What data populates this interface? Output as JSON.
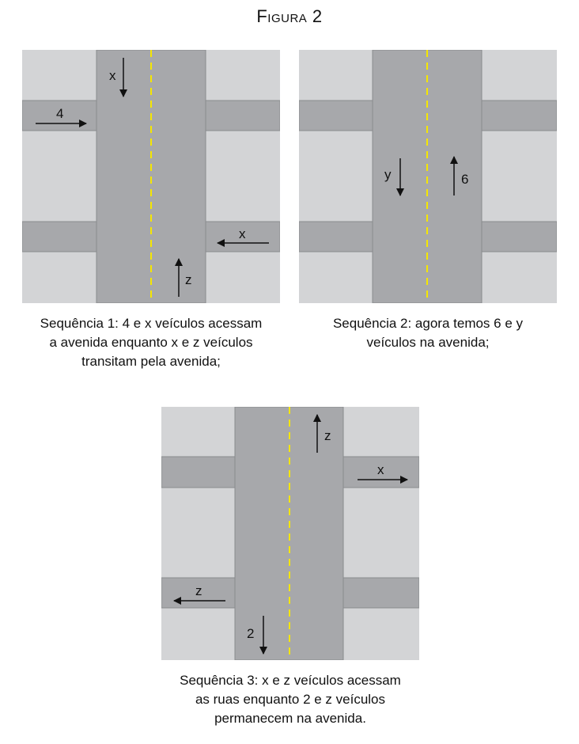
{
  "title": "Figura 2",
  "colors": {
    "block": "#d3d4d6",
    "road": "#a7a8ab",
    "line": "#f5e600",
    "edge": "#8a8b8e"
  },
  "panels": [
    {
      "labels": {
        "top_down": "x",
        "left_in": "4",
        "right_in": "x",
        "bottom_up": "z"
      },
      "caption": [
        "Sequência 1: 4 e x veículos acessam",
        "a avenida enquanto x e z veículos",
        "transitam pela avenida;"
      ]
    },
    {
      "labels": {
        "down": "y",
        "up": "6"
      },
      "caption": [
        "Sequência 2: agora temos 6 e y",
        "veículos na avenida;"
      ]
    },
    {
      "labels": {
        "top_up": "z",
        "right_out": "x",
        "left_out": "z",
        "bottom_down": "2"
      },
      "caption": [
        "Sequência 3: x e z veículos acessam",
        "as ruas enquanto 2 e z veículos",
        "permanecem na avenida."
      ]
    }
  ]
}
